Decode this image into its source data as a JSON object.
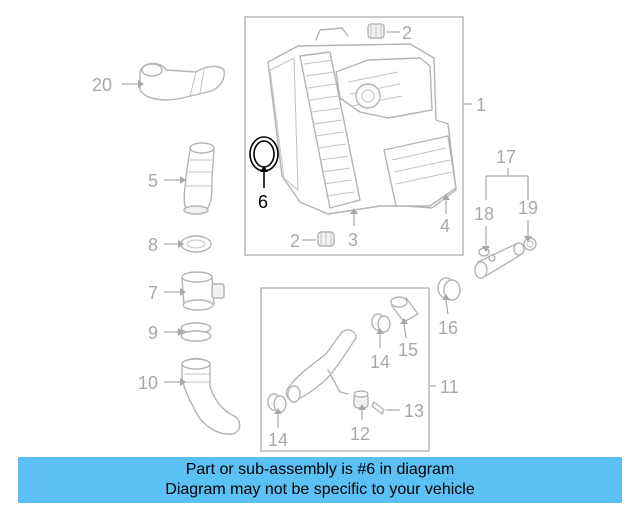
{
  "callouts": {
    "c1": "1",
    "c2a": "2",
    "c2b": "2",
    "c3": "3",
    "c4": "4",
    "c5": "5",
    "c6": "6",
    "c7": "7",
    "c8": "8",
    "c9": "9",
    "c10": "10",
    "c11": "11",
    "c12": "12",
    "c13": "13",
    "c14a": "14",
    "c14b": "14",
    "c15": "15",
    "c16": "16",
    "c17": "17",
    "c18": "18",
    "c19": "19",
    "c20": "20"
  },
  "highlighted_part": "6",
  "colors": {
    "banner": "#5bc0f4",
    "callout_text": "#a8a8a8",
    "highlight": "#000000",
    "part_line": "#b4b4b4"
  },
  "banner": {
    "line1": "Part or sub-assembly is #6 in diagram",
    "line2": "Diagram may not be specific to your vehicle"
  }
}
